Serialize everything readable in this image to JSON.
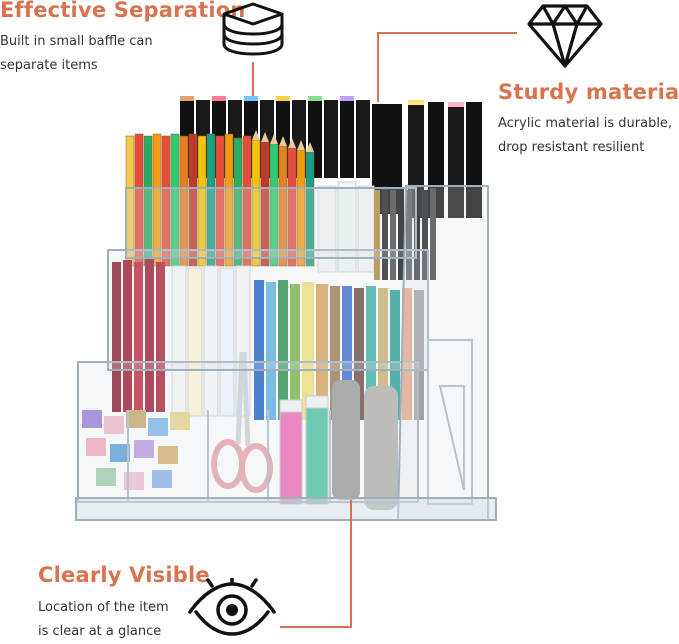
{
  "colors": {
    "accent": "#d9724f",
    "text": "#333333",
    "icon": "#111111",
    "background": "#ffffff"
  },
  "features": [
    {
      "title": "Effective Separation",
      "lines": [
        "Built in small baffle can",
        "separate items"
      ],
      "icon": "stacked-layers-icon"
    },
    {
      "title": "Sturdy material",
      "lines": [
        "Acrylic material is durable,",
        "drop resistant resilient"
      ],
      "icon": "diamond-icon"
    },
    {
      "title": "Clearly Visible",
      "lines": [
        "Location of the item",
        "is clear at a glance"
      ],
      "icon": "eye-icon"
    }
  ],
  "product": {
    "name": "acrylic-desk-organizer-image"
  }
}
